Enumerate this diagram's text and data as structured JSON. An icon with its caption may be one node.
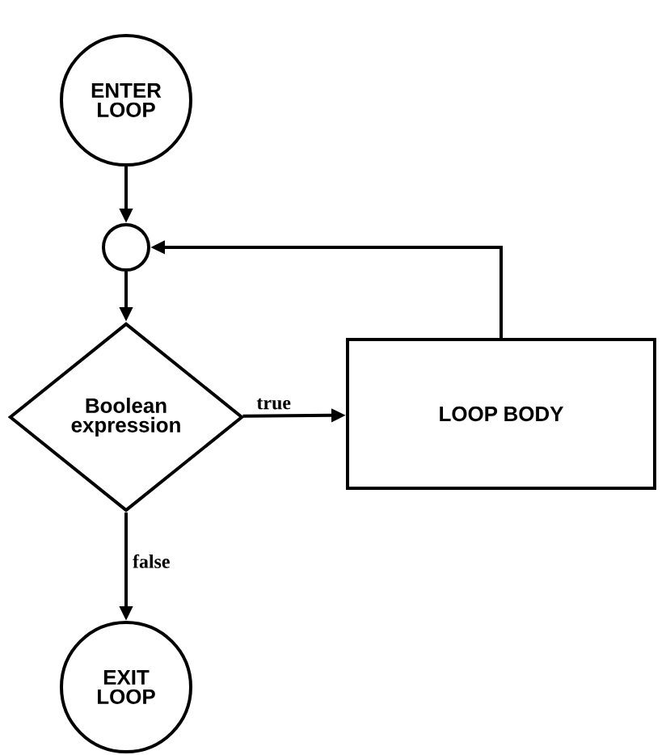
{
  "diagram": {
    "nodes": [
      {
        "text": [
          "ENTER LOOP"
        ]
      },
      {
        "text": [],
        "shape": "circle"
      },
      {
        "text": [
          "Boolean expression"
        ]
      },
      {
        "text": [
          "LOOP BODY"
        ]
      },
      {
        "text": [
          "EXIT LOOP"
        ]
      }
    ],
    "edges": [
      {
        "from": 0,
        "to": 1,
        "arrow": "to"
      },
      {
        "from": 1,
        "to": 2,
        "arrow": "to"
      },
      {
        "from": 2,
        "to": 3,
        "arrow": "to",
        "label": "true"
      },
      {
        "from": 3,
        "to": 1,
        "arrow": "to"
      },
      {
        "from": 2,
        "to": 4,
        "arrow": "to",
        "label": "false"
      }
    ]
  }
}
